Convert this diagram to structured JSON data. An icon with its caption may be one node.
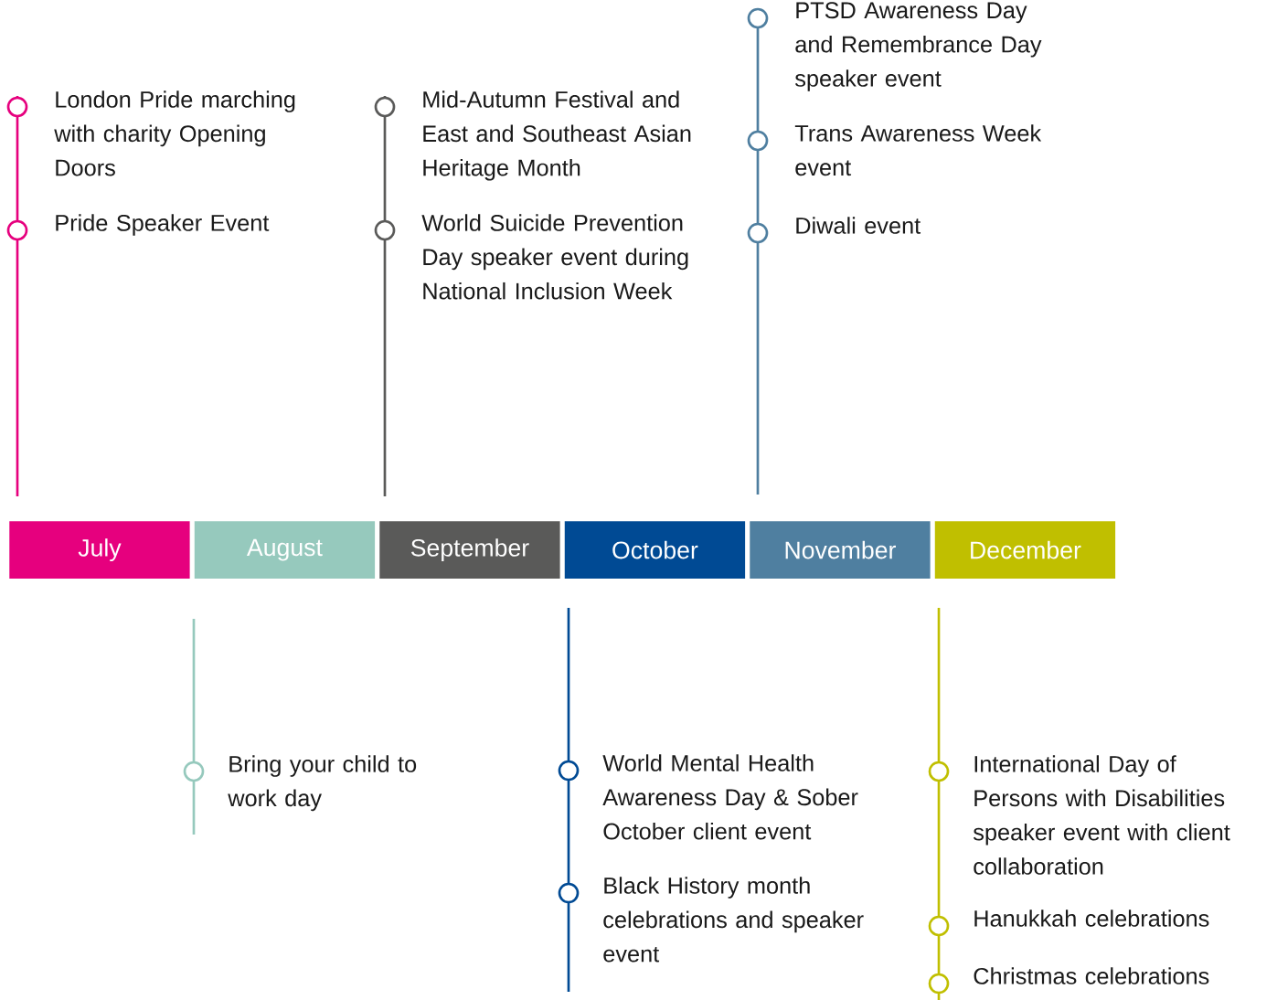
{
  "diagram": {
    "nodes": [
      {
        "text": [
          "July"
        ]
      },
      {
        "text": [
          "August"
        ]
      },
      {
        "text": [
          "September"
        ]
      },
      {
        "text": [
          "October"
        ]
      },
      {
        "text": [
          "November"
        ]
      },
      {
        "text": [
          "December"
        ]
      }
    ],
    "labels": [
      "London Pride marching with charity Opening Doors",
      "Pride Speaker Event",
      "Mid-Autumn Festival and East and Southeast Asian Heritage Month",
      "World Suicide Prevention Day speaker event during National Inclusion Week",
      "PTSD Awareness Day and Remembrance Day speaker event",
      "Trans Awareness Week event",
      "Diwali event",
      "Bring your child to work day",
      "World Mental Health Awareness Day & Sober October client event",
      "Black History month celebrations and speaker event",
      "International Day of Persons with Disabilities speaker event with client collaboration",
      "Hanukkah celebrations",
      "Christmas celebrations"
    ]
  }
}
